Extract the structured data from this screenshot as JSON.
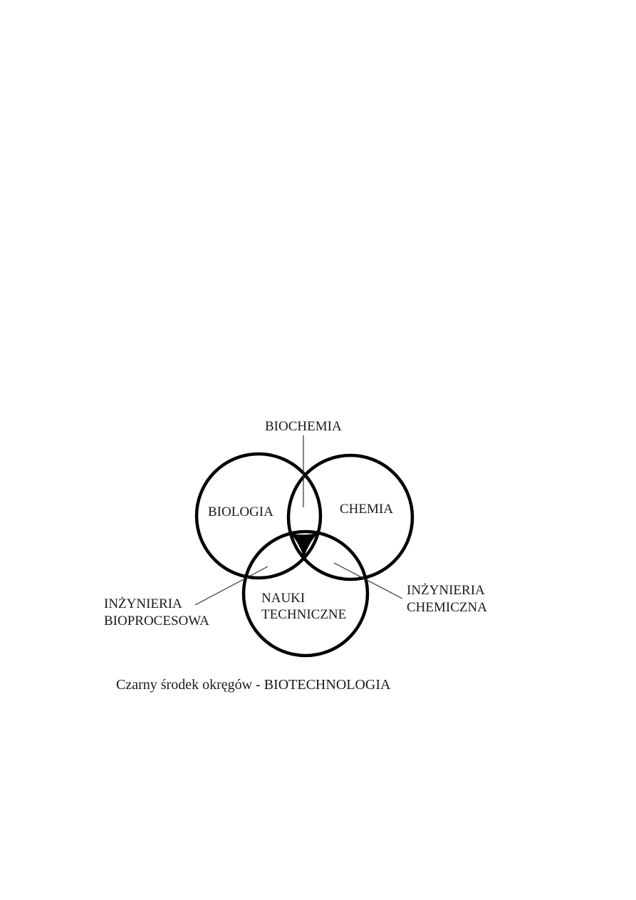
{
  "diagram": {
    "labels": {
      "biochemia": "BIOCHEMIA",
      "biologia": "BIOLOGIA",
      "chemia": "CHEMIA",
      "nauki_line1": "NAUKI",
      "nauki_line2": "TECHNICZNE",
      "inz_bio_line1": "INŻYNIERIA",
      "inz_bio_line2": "BIOPROCESOWA",
      "inz_chem_line1": "INŻYNIERIA",
      "inz_chem_line2": "CHEMICZNA"
    },
    "caption": "Czarny środek okręgów - BIOTECHNOLOGIA",
    "colors": {
      "stroke": "#000000",
      "center_fill": "#000000",
      "text": "#1a1a1a"
    }
  }
}
